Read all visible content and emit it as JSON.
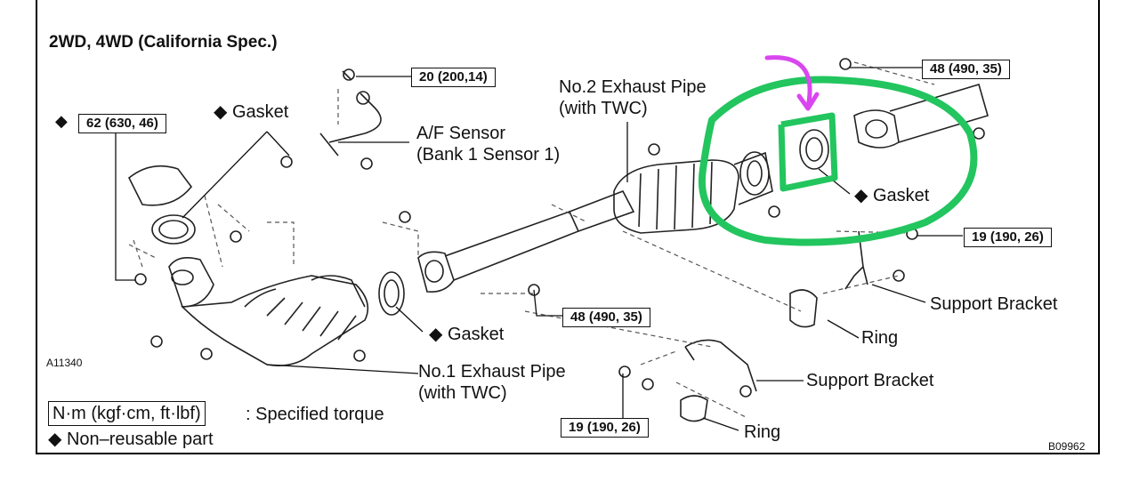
{
  "title": "2WD, 4WD (California Spec.)",
  "diamond": "◆",
  "labels": {
    "gasket": "Gasket",
    "af_sensor_1": "A/F Sensor",
    "af_sensor_2": "(Bank 1 Sensor 1)",
    "exhaust2_1": "No.2 Exhaust Pipe",
    "exhaust2_2": "(with TWC)",
    "exhaust1_1": "No.1 Exhaust Pipe",
    "exhaust1_2": "(with TWC)",
    "support_bracket": "Support Bracket",
    "ring": "Ring"
  },
  "torques": {
    "t62": "62 (630, 46)",
    "t20": "20 (200,14)",
    "t48": "48 (490, 35)",
    "t19": "19 (190, 26)"
  },
  "legend": {
    "torque_unit": "N·m (kgf·cm, ft·lbf)",
    "torque_desc": ": Specified torque",
    "non_reusable": "Non–reusable part"
  },
  "codes": {
    "left": "A11340",
    "right": "B09962"
  },
  "annotation_colors": {
    "highlight": "#22c55e",
    "arrow": "#d946ef"
  }
}
